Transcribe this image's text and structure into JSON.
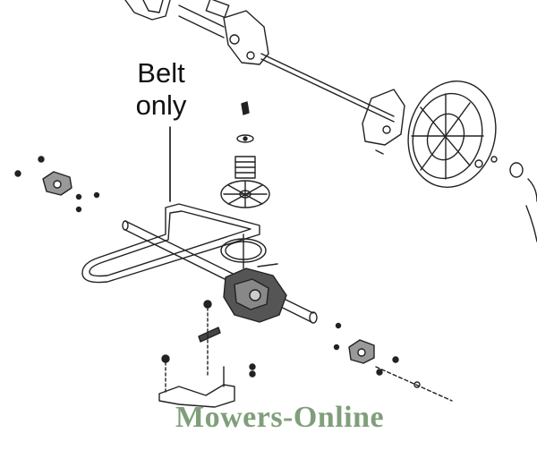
{
  "diagram": {
    "callout": {
      "line1": "Belt",
      "line2": "only"
    },
    "watermark": "Mowers-Online",
    "colors": {
      "stroke": "#222222",
      "watermark": "#7f9f7a",
      "background": "#ffffff"
    }
  }
}
